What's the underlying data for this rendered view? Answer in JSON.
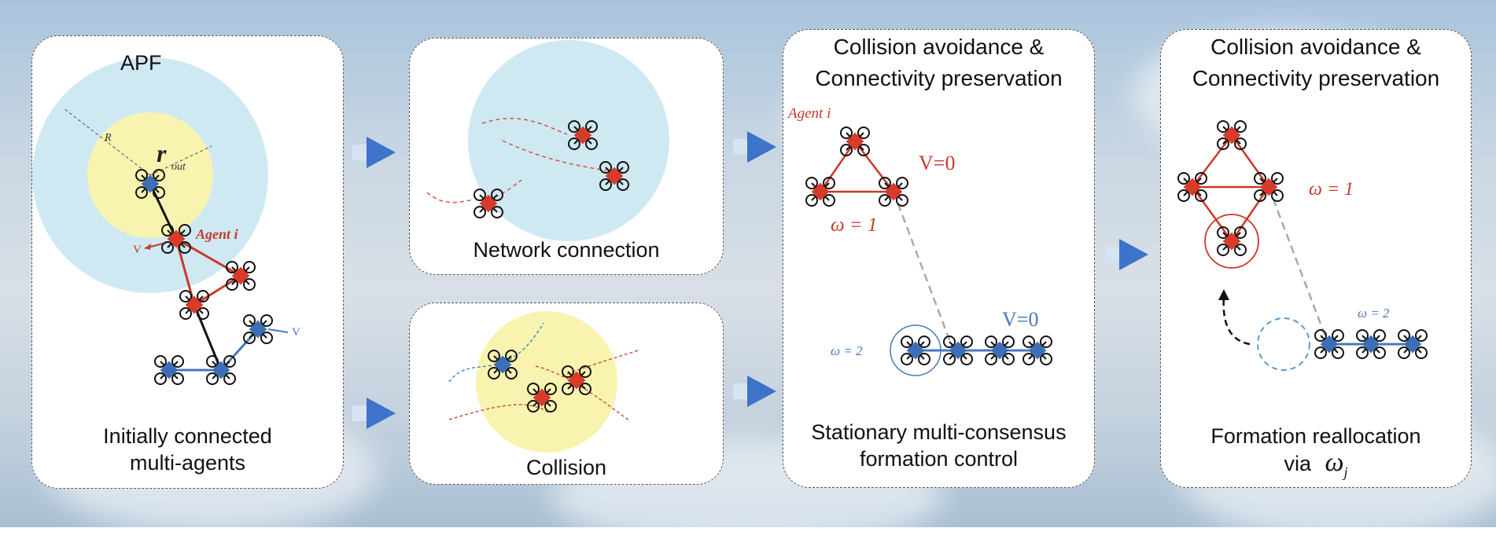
{
  "panels": {
    "apf": {
      "heading": "APF",
      "label_R": "R",
      "label_r": "r",
      "label_r_sub": "out",
      "agent_label": "Agent  i",
      "v_label_left": "V",
      "v_label_right": "V",
      "caption_line1": "Initially connected",
      "caption_line2": "multi-agents"
    },
    "network": {
      "caption": "Network connection"
    },
    "collision": {
      "caption": "Collision"
    },
    "stationary": {
      "title_line1": "Collision avoidance &",
      "title_line2": "Connectivity preservation",
      "agent_label": "Agent  i",
      "v_top": "V=0",
      "omega_top": "ω = 1",
      "v_bottom": "V=0",
      "omega_bottom": "ω = 2",
      "caption_line1": "Stationary  multi-consensus",
      "caption_line2": "formation control"
    },
    "reallocation": {
      "title_line1": "Collision avoidance &",
      "title_line2": "Connectivity preservation",
      "omega_top": "ω = 1",
      "omega_bottom": "ω = 2",
      "caption_line1": "Formation reallocation",
      "caption_line2": "via",
      "caption_symbol": "ω",
      "caption_symbol_sub": "j"
    }
  },
  "colors": {
    "red_agent": "#d93a2a",
    "blue_agent": "#3c6fb5",
    "apf_outer": "#cfe9f3",
    "apf_inner": "#f8f4b0",
    "arrow": "#3d73c9"
  }
}
